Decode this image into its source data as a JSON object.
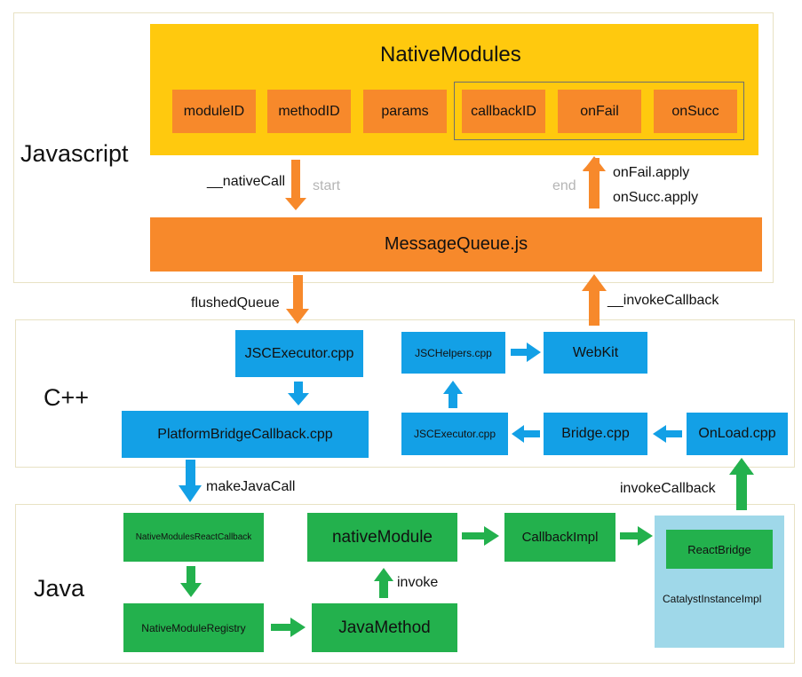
{
  "layers": {
    "js": "Javascript",
    "cpp": "C++",
    "java": "Java"
  },
  "js": {
    "native_modules": "NativeModules",
    "fields": [
      "moduleID",
      "methodID",
      "params",
      "callbackID",
      "onFail",
      "onSucc"
    ],
    "message_queue": "MessageQueue.js",
    "native_call": "__nativeCall",
    "start": "start",
    "end": "end",
    "on_fail_apply": "onFail.apply",
    "on_succ_apply": "onSucc.apply"
  },
  "cpp": {
    "flushed_queue": "flushedQueue",
    "invoke_callback_top": "__invokeCallback",
    "jsc_executor_top": "JSCExecutor.cpp",
    "platform_bridge": "PlatformBridgeCallback.cpp",
    "jsc_helpers": "JSCHelpers.cpp",
    "webkit": "WebKit",
    "jsc_executor_bottom": "JSCExecutor.cpp",
    "bridge": "Bridge.cpp",
    "onload": "OnLoad.cpp"
  },
  "java": {
    "make_java_call": "makeJavaCall",
    "invoke_callback": "invokeCallback",
    "native_modules_react_callback": "NativeModulesReactCallback",
    "native_module_registry": "NativeModuleRegistry",
    "native_module": "nativeModule",
    "invoke": "invoke",
    "java_method": "JavaMethod",
    "callback_impl": "CallbackImpl",
    "react_bridge": "ReactBridge",
    "catalyst_instance_impl": "CatalystInstanceImpl"
  },
  "colors": {
    "orange": "#f7892b",
    "yellow": "#ffc90e",
    "blue": "#13a0e6",
    "green": "#23b14d",
    "light_blue": "#9fd8e9"
  }
}
